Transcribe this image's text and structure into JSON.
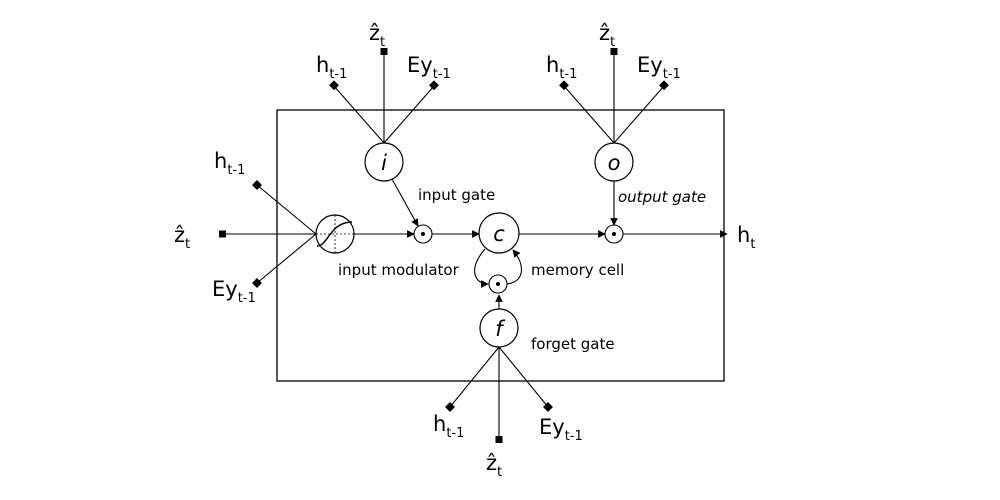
{
  "labels": {
    "input_gate": "input gate",
    "output_gate": "output gate",
    "input_modulator": "input modulator",
    "memory_cell": "memory cell",
    "forget_gate": "forget gate"
  },
  "gates": {
    "input": "i",
    "output": "o",
    "forget": "f",
    "cell": "c"
  },
  "symbols": {
    "h": "h",
    "Ey": "Ey",
    "z_hat": "ẑ",
    "sub_prev": "t-1",
    "sub_t": "t"
  }
}
